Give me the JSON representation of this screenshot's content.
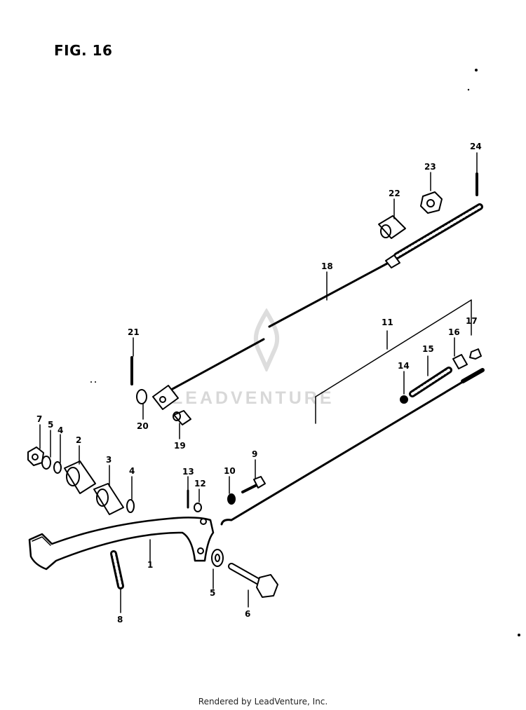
{
  "figure": {
    "title": "FIG. 16",
    "footer": "Rendered by LeadVenture, Inc.",
    "watermark": "LEADVENTURE"
  },
  "callouts": {
    "c1": "1",
    "c2": "2",
    "c3": "3",
    "c4a": "4",
    "c4b": "4",
    "c5a": "5",
    "c5b": "5",
    "c6": "6",
    "c7": "7",
    "c8": "8",
    "c9": "9",
    "c10": "10",
    "c11": "11",
    "c12": "12",
    "c13": "13",
    "c14": "14",
    "c15": "15",
    "c16": "16",
    "c17": "17",
    "c18": "18",
    "c19": "19",
    "c20": "20",
    "c21": "21",
    "c22": "22",
    "c23": "23",
    "c24": "24"
  },
  "colors": {
    "ink": "#000000",
    "watermark": "#d8d8d8"
  }
}
